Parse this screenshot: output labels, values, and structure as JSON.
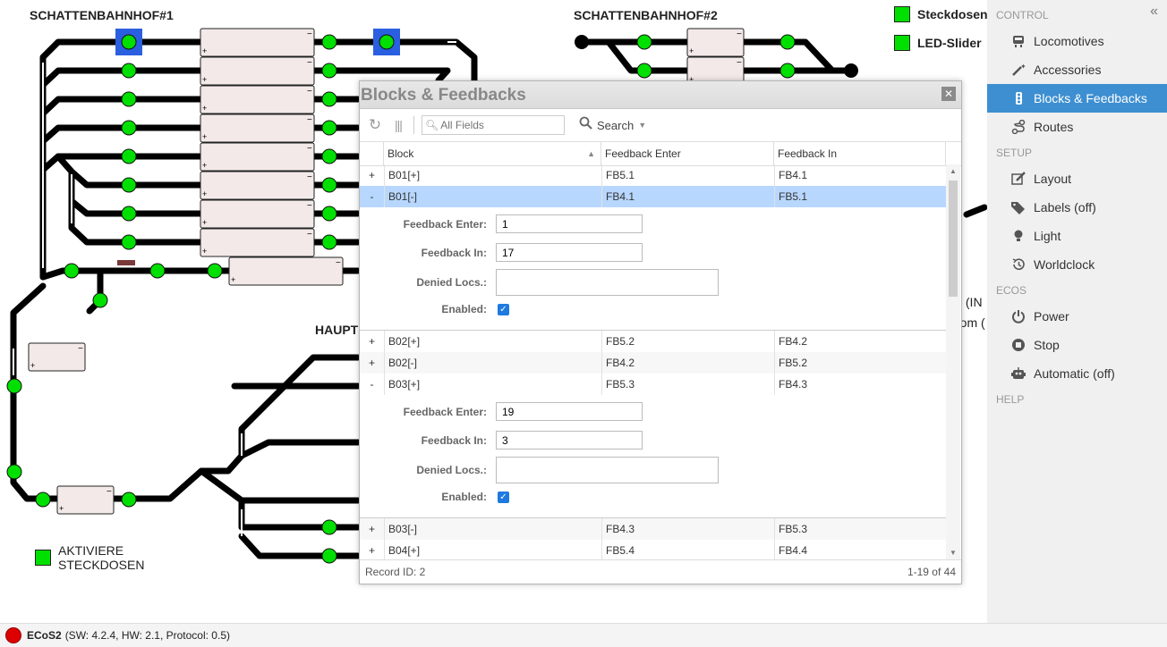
{
  "layout_labels": {
    "sb1": "SCHATTENBAHNHOF#1",
    "sb2": "SCHATTENBAHNHOF#2",
    "haupt": "HAUPT",
    "steckdosen": "Steckdosen",
    "led_slider": "LED-Slider",
    "aktiviere_1": "AKTIVIERE",
    "aktiviere_2": "STECKDOSEN",
    "frag1": "s (IN",
    "frag2": "rom ("
  },
  "colors": {
    "accent": "#3d8fd1",
    "sensor": "#00e000",
    "power": "#d00000"
  },
  "dialog": {
    "title": "Blocks & Feedbacks",
    "search_placeholder": "All Fields",
    "search_label": "Search",
    "columns": [
      "Block",
      "Feedback Enter",
      "Feedback In"
    ],
    "rows": [
      {
        "exp": "+",
        "block": "B01[+]",
        "fe": "FB5.1",
        "fi": "FB4.1"
      },
      {
        "exp": "-",
        "block": "B01[-]",
        "fe": "FB4.1",
        "fi": "FB5.1"
      },
      {
        "exp": "+",
        "block": "B02[+]",
        "fe": "FB5.2",
        "fi": "FB4.2"
      },
      {
        "exp": "+",
        "block": "B02[-]",
        "fe": "FB4.2",
        "fi": "FB5.2"
      },
      {
        "exp": "-",
        "block": "B03[+]",
        "fe": "FB5.3",
        "fi": "FB4.3"
      },
      {
        "exp": "+",
        "block": "B03[-]",
        "fe": "FB4.3",
        "fi": "FB5.3"
      },
      {
        "exp": "+",
        "block": "B04[+]",
        "fe": "FB5.4",
        "fi": "FB4.4"
      }
    ],
    "detail_labels": {
      "fe": "Feedback Enter:",
      "fi": "Feedback In:",
      "denied": "Denied Locs.:",
      "enabled": "Enabled:"
    },
    "detail1": {
      "fe": "1",
      "fi": "17",
      "enabled": true
    },
    "detail2": {
      "fe": "19",
      "fi": "3",
      "enabled": true
    },
    "record_id": "Record ID: 2",
    "range": "1-19 of 44"
  },
  "sidebar": {
    "control": "CONTROL",
    "setup": "SETUP",
    "ecos": "ECOS",
    "help": "HELP",
    "items": [
      {
        "label": "Locomotives",
        "icon": "locomotive-icon"
      },
      {
        "label": "Accessories",
        "icon": "magic-wand-icon"
      },
      {
        "label": "Blocks & Feedbacks",
        "icon": "traffic-light-icon"
      },
      {
        "label": "Routes",
        "icon": "route-icon"
      },
      {
        "label": "Layout",
        "icon": "edit-icon"
      },
      {
        "label": "Labels (off)",
        "icon": "tags-icon"
      },
      {
        "label": "Light",
        "icon": "lightbulb-icon"
      },
      {
        "label": "Worldclock",
        "icon": "history-icon"
      },
      {
        "label": "Power",
        "icon": "power-icon"
      },
      {
        "label": "Stop",
        "icon": "stop-icon"
      },
      {
        "label": "Automatic (off)",
        "icon": "robot-icon"
      }
    ]
  },
  "status": {
    "device": "ECoS2",
    "info": "(SW: 4.2.4, HW: 2.1, Protocol: 0.5)"
  }
}
